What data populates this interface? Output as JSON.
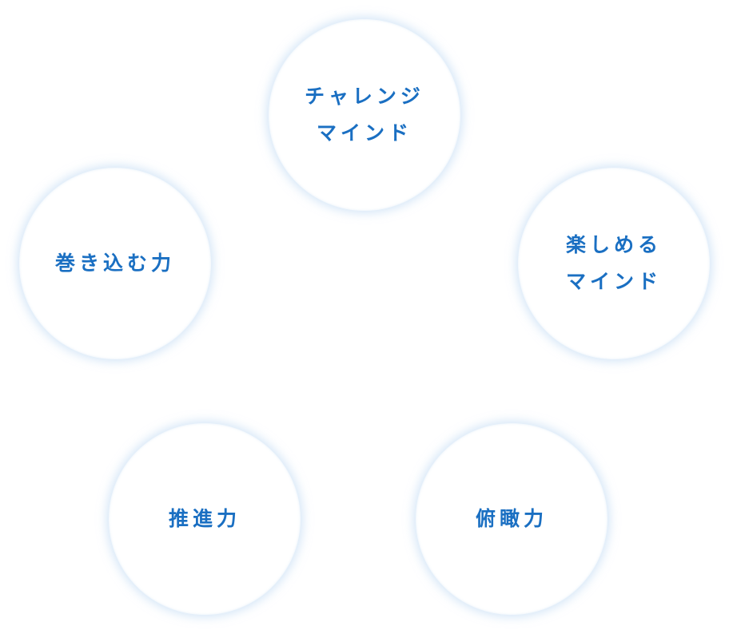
{
  "qualities": [
    {
      "lines": [
        "チャレンジ",
        "マインド"
      ]
    },
    {
      "lines": [
        "楽しめる",
        "マインド"
      ]
    },
    {
      "lines": [
        "巻き込む力"
      ]
    },
    {
      "lines": [
        "推進力"
      ]
    },
    {
      "lines": [
        "俯瞰力"
      ]
    }
  ],
  "colors": {
    "text": "#1a6fc2",
    "circle_fill": "#ffffff",
    "circle_glow": "#b2d2f0",
    "background": "#ffffff"
  }
}
